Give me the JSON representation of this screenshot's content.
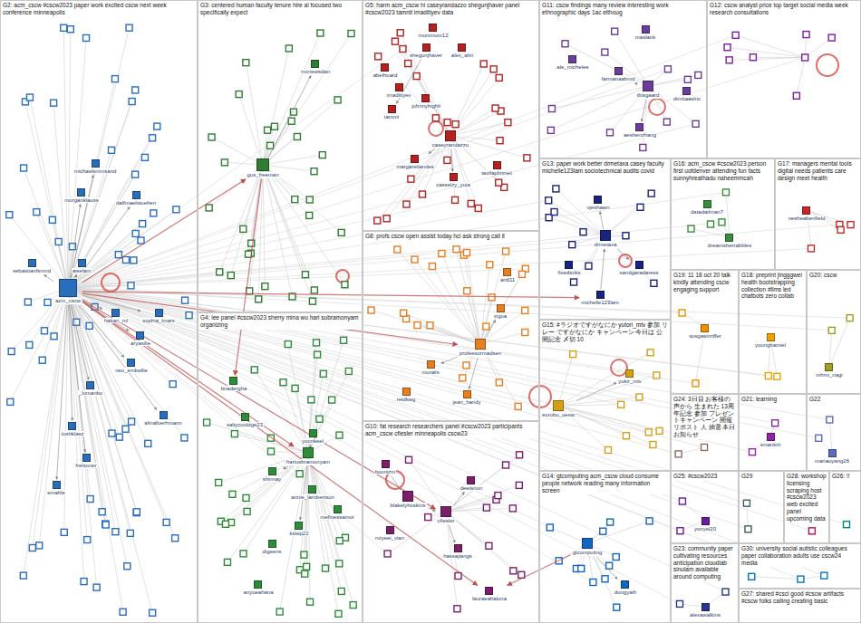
{
  "diagram": {
    "nodes": [
      {
        "text": [
          "G2: acm_cscw #cscw2023 paper work excited cscw next week conference minneapolis"
        ]
      },
      {
        "text": [
          "G3: centered human faculty tenure hire al focused two specifically expect"
        ]
      },
      {
        "text": [
          "G5: harm acm_cscw hi caseyrandazzo shegunjhaver panel #cscw2023 tamnit imaditiyev data"
        ]
      },
      {
        "text": [
          "G11: cscw findings many review interesting work ethnographic days 1ac elthoug"
        ]
      },
      {
        "text": [
          "G12: cscw analyst price top target social media week research consultations"
        ]
      },
      {
        "text": [
          "G13: paper work better drmetaxa casey faculty michelle123lam sociotechnical audits covid"
        ]
      },
      {
        "text": [
          "G16: acm_cscw #cscw2023 person first uofdenver attending fun facts sunnyhreathadu naheemmcah"
        ]
      },
      {
        "text": [
          "G17: managers mental tools digital needs patients care design meet health"
        ]
      },
      {
        "text": [
          "G8: profs cscw open assist today hci ask strong call it"
        ]
      },
      {
        "text": [
          "G19: 11 18 oct 20 talk kindly attending cscw engaging support"
        ]
      },
      {
        "text": [
          "G18: preprint jingggwei health bootstrapping collection #llms led chatbots zero collab"
        ]
      },
      {
        "text": [
          "G20: cscw"
        ]
      },
      {
        "text": [
          "G4: lee panel #cscw2023 sherry mina wu hari subramonyam organizing"
        ]
      },
      {
        "text": [
          "G10: fat research researchers panel #cscw2023 participants acm_cscw cfiesler minneapolis cscw23"
        ]
      },
      {
        "text": [
          "G15: #ラジオですがなにか yutori_mtv 参加 リレー ですがなにか キャンペーン 今日は 公開記念 〆切 10"
        ]
      },
      {
        "text": [
          "G24: 3日目 お客様の声から 生まれた 13周年記念 参加 プレゼントキャンペーン 開催 リポスト 人 抽選 本日 お知らせ"
        ]
      },
      {
        "text": [
          "G21: learning"
        ]
      },
      {
        "text": [
          "G22"
        ]
      },
      {
        "text": [
          "G14: gtcomputing acm_cscw cloud consume people network reading many information screen"
        ]
      },
      {
        "text": [
          "G25: #cscw2023"
        ]
      },
      {
        "text": [
          "G29"
        ]
      },
      {
        "text": [
          "G28: workshop licensing scraping host #cscw2023 web excited panel upcoming data"
        ]
      },
      {
        "text": [
          "G26: !!"
        ]
      },
      {
        "text": [
          "G23: community paper cultivating resources anticipation cloudlab sinulam available around computing"
        ]
      },
      {
        "text": [
          "G30: university social autistic colleagues paper collaboration adults use cscw24 media"
        ]
      },
      {
        "text": [
          "G27: shared #cscl good #cscw artifacts #cscw folks calling creating basic"
        ]
      },
      {
        "text": [
          "acm_cscw"
        ],
        "in": 0
      },
      {
        "text": [
          "michaelsmmsand"
        ],
        "in": 0
      },
      {
        "text": [
          "morganklauss"
        ],
        "in": 0
      },
      {
        "text": [
          "dalfmaelstoehen"
        ],
        "in": 0
      },
      {
        "text": [
          "sebastianfsmnd"
        ],
        "in": 0
      },
      {
        "text": [
          "aiselam"
        ],
        "in": 0
      },
      {
        "text": [
          "hakan_ml"
        ],
        "in": 0
      },
      {
        "text": [
          "sophia_lmars"
        ],
        "in": 0
      },
      {
        "text": [
          "aryasilie"
        ],
        "in": 0
      },
      {
        "text": [
          "neo_embellie"
        ],
        "in": 0
      },
      {
        "text": [
          "_lumanbo"
        ],
        "in": 0
      },
      {
        "text": [
          "toshklasz"
        ],
        "in": 0
      },
      {
        "text": [
          "frelsoner"
        ],
        "in": 0
      },
      {
        "text": [
          "emahle"
        ],
        "in": 0
      },
      {
        "text": [
          "alinafoerhmann"
        ],
        "in": 0
      },
      {
        "text": [
          "gus_freeman"
        ],
        "in": 1
      },
      {
        "text": [
          "mcnewsdan"
        ],
        "in": 1
      },
      {
        "text": [
          "muminum12"
        ],
        "in": 2
      },
      {
        "text": [
          "shegunjhaver"
        ],
        "in": 2
      },
      {
        "text": [
          "abelhoard"
        ],
        "in": 2
      },
      {
        "text": [
          "imaditiyev"
        ],
        "in": 2
      },
      {
        "text": [
          "tamnit"
        ],
        "in": 2
      },
      {
        "text": [
          "johnnyhighli"
        ],
        "in": 2
      },
      {
        "text": [
          "alex_ahn"
        ],
        "in": 2
      },
      {
        "text": [
          "caseyrandazzo"
        ],
        "in": 2
      },
      {
        "text": [
          "margaretlandes"
        ],
        "in": 2
      },
      {
        "text": [
          "casselzy_yuta"
        ],
        "in": 2
      },
      {
        "text": [
          "tavifaplinmet"
        ],
        "in": 2
      },
      {
        "text": [
          "maslank"
        ],
        "in": 3
      },
      {
        "text": [
          "ale_michelee"
        ],
        "in": 3
      },
      {
        "text": [
          "farmanaahmd"
        ],
        "in": 3
      },
      {
        "text": [
          "tbisgaard"
        ],
        "in": 3
      },
      {
        "text": [
          "dimitaaslnc"
        ],
        "in": 3
      },
      {
        "text": [
          "aeshenzhang"
        ],
        "in": 3
      },
      {
        "text": [
          "vjeshawn"
        ],
        "in": 5
      },
      {
        "text": [
          "drmetaxa"
        ],
        "in": 5
      },
      {
        "text": [
          "fixedtoiks"
        ],
        "in": 5
      },
      {
        "text": [
          "sandgaradaress"
        ],
        "in": 5
      },
      {
        "text": [
          "michelle123lam"
        ],
        "in": 5
      },
      {
        "text": [
          "datadailman7"
        ],
        "in": 6
      },
      {
        "text": [
          "dreamsherrabbles"
        ],
        "in": 6
      },
      {
        "text": [
          "nesheabenfield"
        ],
        "in": 7
      },
      {
        "text": [
          "ardl11"
        ],
        "in": 8
      },
      {
        "text": [
          "xigoa"
        ],
        "in": 8
      },
      {
        "text": [
          "professormadsen"
        ],
        "in": 8
      },
      {
        "text": [
          "muralis"
        ],
        "in": 8
      },
      {
        "text": [
          "jean_handy"
        ],
        "in": 8
      },
      {
        "text": [
          "reidkwg"
        ],
        "in": 8
      },
      {
        "text": [
          "sosgasinriffer"
        ],
        "in": 9
      },
      {
        "text": [
          "youngbamiel"
        ],
        "in": 10
      },
      {
        "text": [
          "mhmi_nagi"
        ],
        "in": 11
      },
      {
        "text": [
          "bnadergha"
        ],
        "in": 12
      },
      {
        "text": [
          "saltycooldge23"
        ],
        "in": 12
      },
      {
        "text": [
          "yoonkeel"
        ],
        "in": 12
      },
      {
        "text": [
          "hariusbramonyam"
        ],
        "in": 12
      },
      {
        "text": [
          "shinnay"
        ],
        "in": 12
      },
      {
        "text": [
          "annie_lambertson"
        ],
        "in": 12
      },
      {
        "text": [
          "mefinessamor"
        ],
        "in": 12
      },
      {
        "text": [
          "kstep22"
        ],
        "in": 12
      },
      {
        "text": [
          "digeens"
        ],
        "in": 12
      },
      {
        "text": [
          "anyueahana"
        ],
        "in": 12
      },
      {
        "text": [
          "boonizm"
        ],
        "in": 13
      },
      {
        "text": [
          "blakelyhoskins"
        ],
        "in": 13
      },
      {
        "text": [
          "deetsnon"
        ],
        "in": 13
      },
      {
        "text": [
          "cfiesler"
        ],
        "in": 13
      },
      {
        "text": [
          "hassajiangs"
        ],
        "in": 13
      },
      {
        "text": [
          "ruiyeei_vian"
        ],
        "in": 13
      },
      {
        "text": [
          "lauraeahalona"
        ],
        "in": 13
      },
      {
        "text": [
          "yukir_mtv"
        ],
        "in": 14
      },
      {
        "text": [
          "eurobu_uesw"
        ],
        "in": 14
      },
      {
        "text": [
          "sinankirt"
        ],
        "in": 16
      },
      {
        "text": [
          "mariaoyang26"
        ],
        "in": 17
      },
      {
        "text": [
          "gtcomputing"
        ],
        "in": 18
      },
      {
        "text": [
          "dongyaih"
        ],
        "in": 18
      },
      {
        "text": [
          "yonyei20"
        ],
        "in": 19
      },
      {
        "text": [
          "alexawalkins"
        ],
        "in": 23
      }
    ],
    "edges": [
      {
        "from": 26,
        "to": 41,
        "arrow": "to"
      },
      {
        "from": 26,
        "to": 70,
        "arrow": "to"
      },
      {
        "from": 26,
        "to": 90,
        "arrow": "to"
      },
      {
        "from": 26,
        "to": 93,
        "arrow": "to"
      },
      {
        "from": 26,
        "to": 64,
        "arrow": "to"
      },
      {
        "from": 26,
        "to": 80,
        "arrow": "to"
      },
      {
        "from": 26,
        "to": 27,
        "arrow": "to"
      },
      {
        "from": 26,
        "to": 28,
        "arrow": "to"
      },
      {
        "from": 26,
        "to": 29,
        "arrow": "to"
      },
      {
        "from": 26,
        "to": 30,
        "arrow": "to"
      },
      {
        "from": 26,
        "to": 31,
        "arrow": "to"
      },
      {
        "from": 26,
        "to": 32,
        "arrow": "to"
      },
      {
        "from": 26,
        "to": 33,
        "arrow": "to"
      },
      {
        "from": 26,
        "to": 34,
        "arrow": "to"
      },
      {
        "from": 26,
        "to": 35,
        "arrow": "to"
      },
      {
        "from": 26,
        "to": 36,
        "arrow": "to"
      },
      {
        "from": 26,
        "to": 37,
        "arrow": "to"
      },
      {
        "from": 26,
        "to": 38,
        "arrow": "to"
      },
      {
        "from": 26,
        "to": 39,
        "arrow": "to"
      },
      {
        "from": 26,
        "to": 40,
        "arrow": "to"
      },
      {
        "from": 41,
        "to": 42,
        "arrow": "to"
      },
      {
        "from": 41,
        "to": 77,
        "arrow": "to"
      },
      {
        "from": 50,
        "to": 51,
        "arrow": "to"
      },
      {
        "from": 50,
        "to": 52,
        "arrow": "to"
      },
      {
        "from": 44,
        "to": 47,
        "arrow": "to"
      },
      {
        "from": 88,
        "to": 90,
        "arrow": "to"
      },
      {
        "from": 90,
        "to": 89,
        "arrow": "to"
      },
      {
        "from": 90,
        "to": 91,
        "arrow": "to"
      },
      {
        "from": 87,
        "to": 88,
        "arrow": "to"
      },
      {
        "from": 98,
        "to": 99,
        "arrow": "to"
      },
      {
        "from": 98,
        "to": 93,
        "arrow": "to"
      },
      {
        "from": 61,
        "to": 60,
        "arrow": "to"
      },
      {
        "from": 61,
        "to": 63,
        "arrow": "to"
      },
      {
        "from": 64,
        "to": 61,
        "arrow": "to"
      },
      {
        "from": 95,
        "to": 94,
        "arrow": "to"
      },
      {
        "from": 80,
        "to": 81,
        "arrow": "to"
      },
      {
        "from": 80,
        "to": 79,
        "arrow": "to"
      },
      {
        "from": 80,
        "to": 84,
        "arrow": "to"
      },
      {
        "from": 57,
        "to": 56,
        "arrow": "to"
      },
      {
        "from": 57,
        "to": 59,
        "arrow": "to"
      },
      {
        "from": 70,
        "to": 71,
        "arrow": "to"
      },
      {
        "from": 70,
        "to": 72,
        "arrow": "to"
      },
      {
        "from": 70,
        "to": 69,
        "arrow": "to"
      }
    ]
  }
}
